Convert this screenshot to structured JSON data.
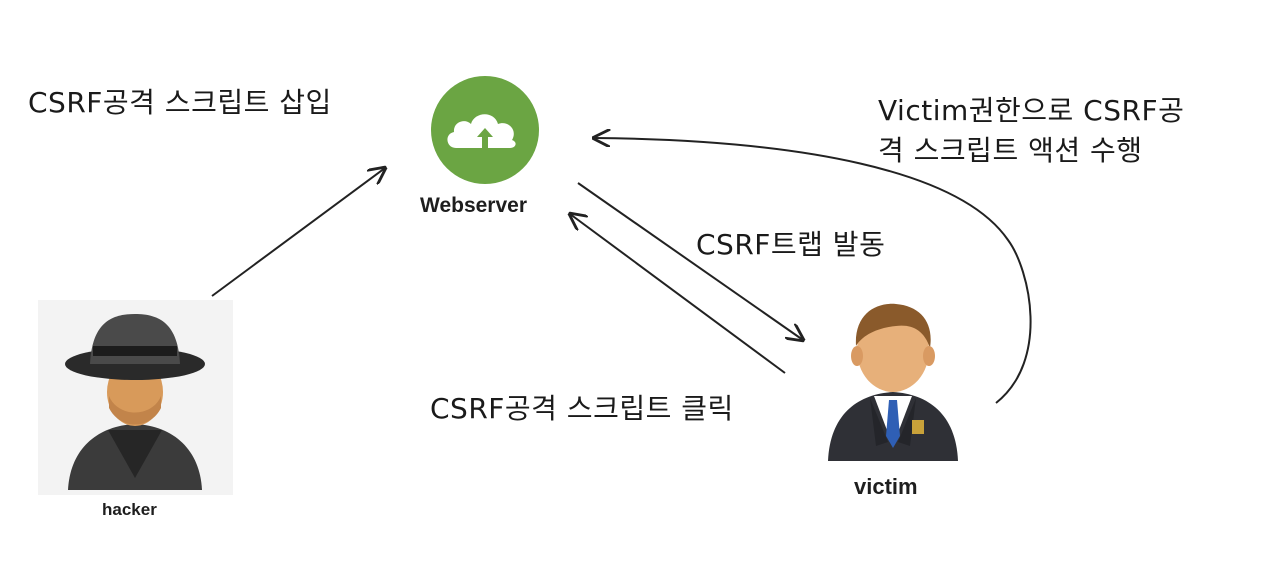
{
  "nodes": {
    "webserver": {
      "label": "Webserver",
      "icon": "cloud-upload-icon",
      "color": "#6ba543"
    },
    "hacker": {
      "label": "hacker",
      "icon": "hacker-figure-icon"
    },
    "victim": {
      "label": "victim",
      "icon": "victim-figure-icon"
    }
  },
  "edges": {
    "hacker_to_server": "CSRF공격 스크립트 삽입",
    "server_to_victim": "CSRF트랩 발동",
    "victim_to_server_click": "CSRF공격 스크립트 클릭",
    "victim_action": {
      "line1": "Victim권한으로 CSRF공",
      "line2": "격 스크립트 액션 수행"
    }
  }
}
